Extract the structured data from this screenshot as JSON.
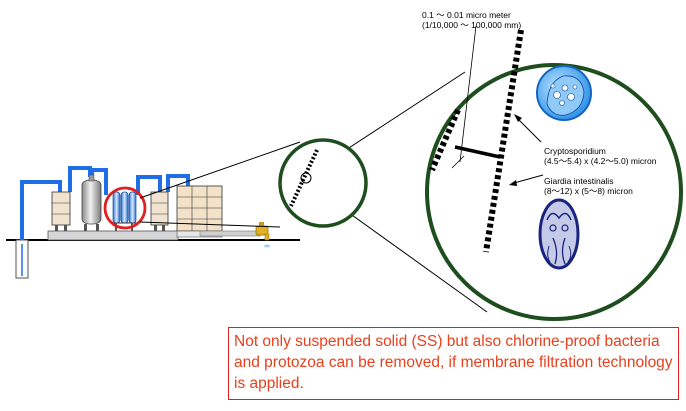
{
  "labels": {
    "pore_size_line1": "0.1 ～ 0.01 micro meter",
    "pore_size_line2": "(1/10,000 ～ 100,000 mm)",
    "crypto_name": "Cryptosporidium",
    "crypto_size": "(4.5～5.4) x (4.2～5.0) micron",
    "giardia_name": "Giardia intestinalis",
    "giardia_size": "(8～12) x (5～8) micron"
  },
  "note": {
    "text": "Not only suspended solid (SS) but also chlorine-proof bacteria and protozoa can be removed, if membrane filtration technology is applied."
  },
  "colors": {
    "pipe": "#1f6ee8",
    "ring": "#1e4d1e",
    "highlight": "#e02020",
    "note_text": "#e8401c",
    "membrane_blue": "#3a8cf0",
    "giardia_border": "#1a237e",
    "giardia_fill": "#c5cae9"
  }
}
